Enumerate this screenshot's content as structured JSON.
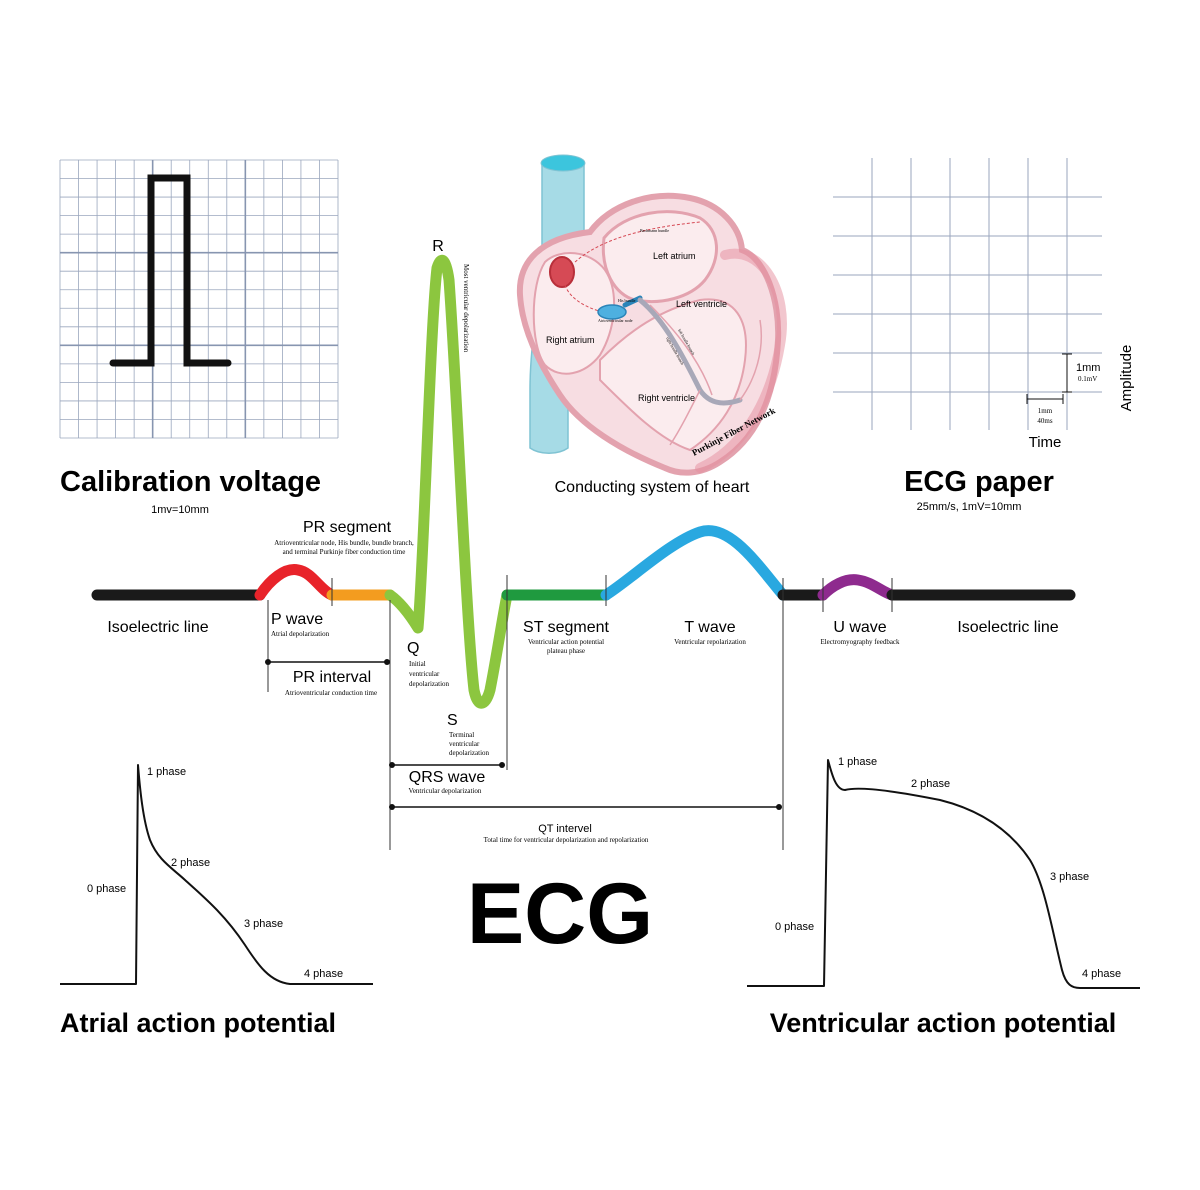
{
  "calibration": {
    "title": "Calibration voltage",
    "subtitle": "1mv=10mm"
  },
  "heart": {
    "caption": "Conducting system of heart",
    "labels": {
      "left_atrium": "Left atrium",
      "left_ventricle": "Left ventricle",
      "right_atrium": "Right atrium",
      "right_ventricle": "Right ventricle",
      "purkinje": "Purkinje Fiber Network",
      "his_bundle": "His bundle",
      "av_node": "Atrioventricular node",
      "bachmann": "Bachmann bundle",
      "left_bundle": "left bundle branch",
      "right_bundle": "right bundle branch"
    }
  },
  "ecg_paper": {
    "title": "ECG paper",
    "subtitle": "25mm/s, 1mV=10mm",
    "amp_label": "1mm",
    "amp_sub": "0.1mV",
    "time_label": "1mm",
    "time_sub": "40ms",
    "x_axis": "Time",
    "y_axis": "Amplitude"
  },
  "ecg": {
    "main_title": "ECG",
    "colors": {
      "isoelectric": "#1a1a1a",
      "p_wave": "#e8232a",
      "pr_segment": "#f39c1f",
      "qrs": "#8cc63f",
      "st_segment": "#1f9a3f",
      "t_wave": "#29a8e0",
      "u_wave": "#8e2a8e"
    },
    "isoelectric_left": "Isoelectric line",
    "isoelectric_right": "Isoelectric line",
    "pr_segment": {
      "title": "PR segment",
      "desc1": "Atrioventricular node, His bundle, bundle branch,",
      "desc2": "and terminal Purkinje fiber conduction time"
    },
    "p_wave": {
      "title": "P wave",
      "desc": "Atrial depolarization"
    },
    "pr_interval": {
      "title": "PR interval",
      "desc": "Atrioventricular conduction time"
    },
    "r_label": "R",
    "r_desc": "Most ventricular depolarization",
    "q_label": "Q",
    "q_desc1": "Initial",
    "q_desc2": "ventricular",
    "q_desc3": "depolarization",
    "s_label": "S",
    "s_desc1": "Terminal",
    "s_desc2": "ventricular",
    "s_desc3": "depolarization",
    "qrs": {
      "title": "QRS wave",
      "desc": "Ventricular depolarization"
    },
    "st_segment": {
      "title": "ST segment",
      "desc1": "Ventricular action potential",
      "desc2": "plateau phase"
    },
    "t_wave": {
      "title": "T wave",
      "desc": "Ventricular repolarization"
    },
    "u_wave": {
      "title": "U wave",
      "desc": "Electromyography feedback"
    },
    "qt": {
      "title": "QT intervel",
      "desc": "Total time for ventricular depolarization and repolarization"
    }
  },
  "atrial": {
    "title": "Atrial action potential",
    "phase0": "0 phase",
    "phase1": "1 phase",
    "phase2": "2 phase",
    "phase3": "3 phase",
    "phase4": "4 phase"
  },
  "ventricular": {
    "title": "Ventricular action potential",
    "phase0": "0 phase",
    "phase1": "1 phase",
    "phase2": "2 phase",
    "phase3": "3 phase",
    "phase4": "4 phase"
  }
}
